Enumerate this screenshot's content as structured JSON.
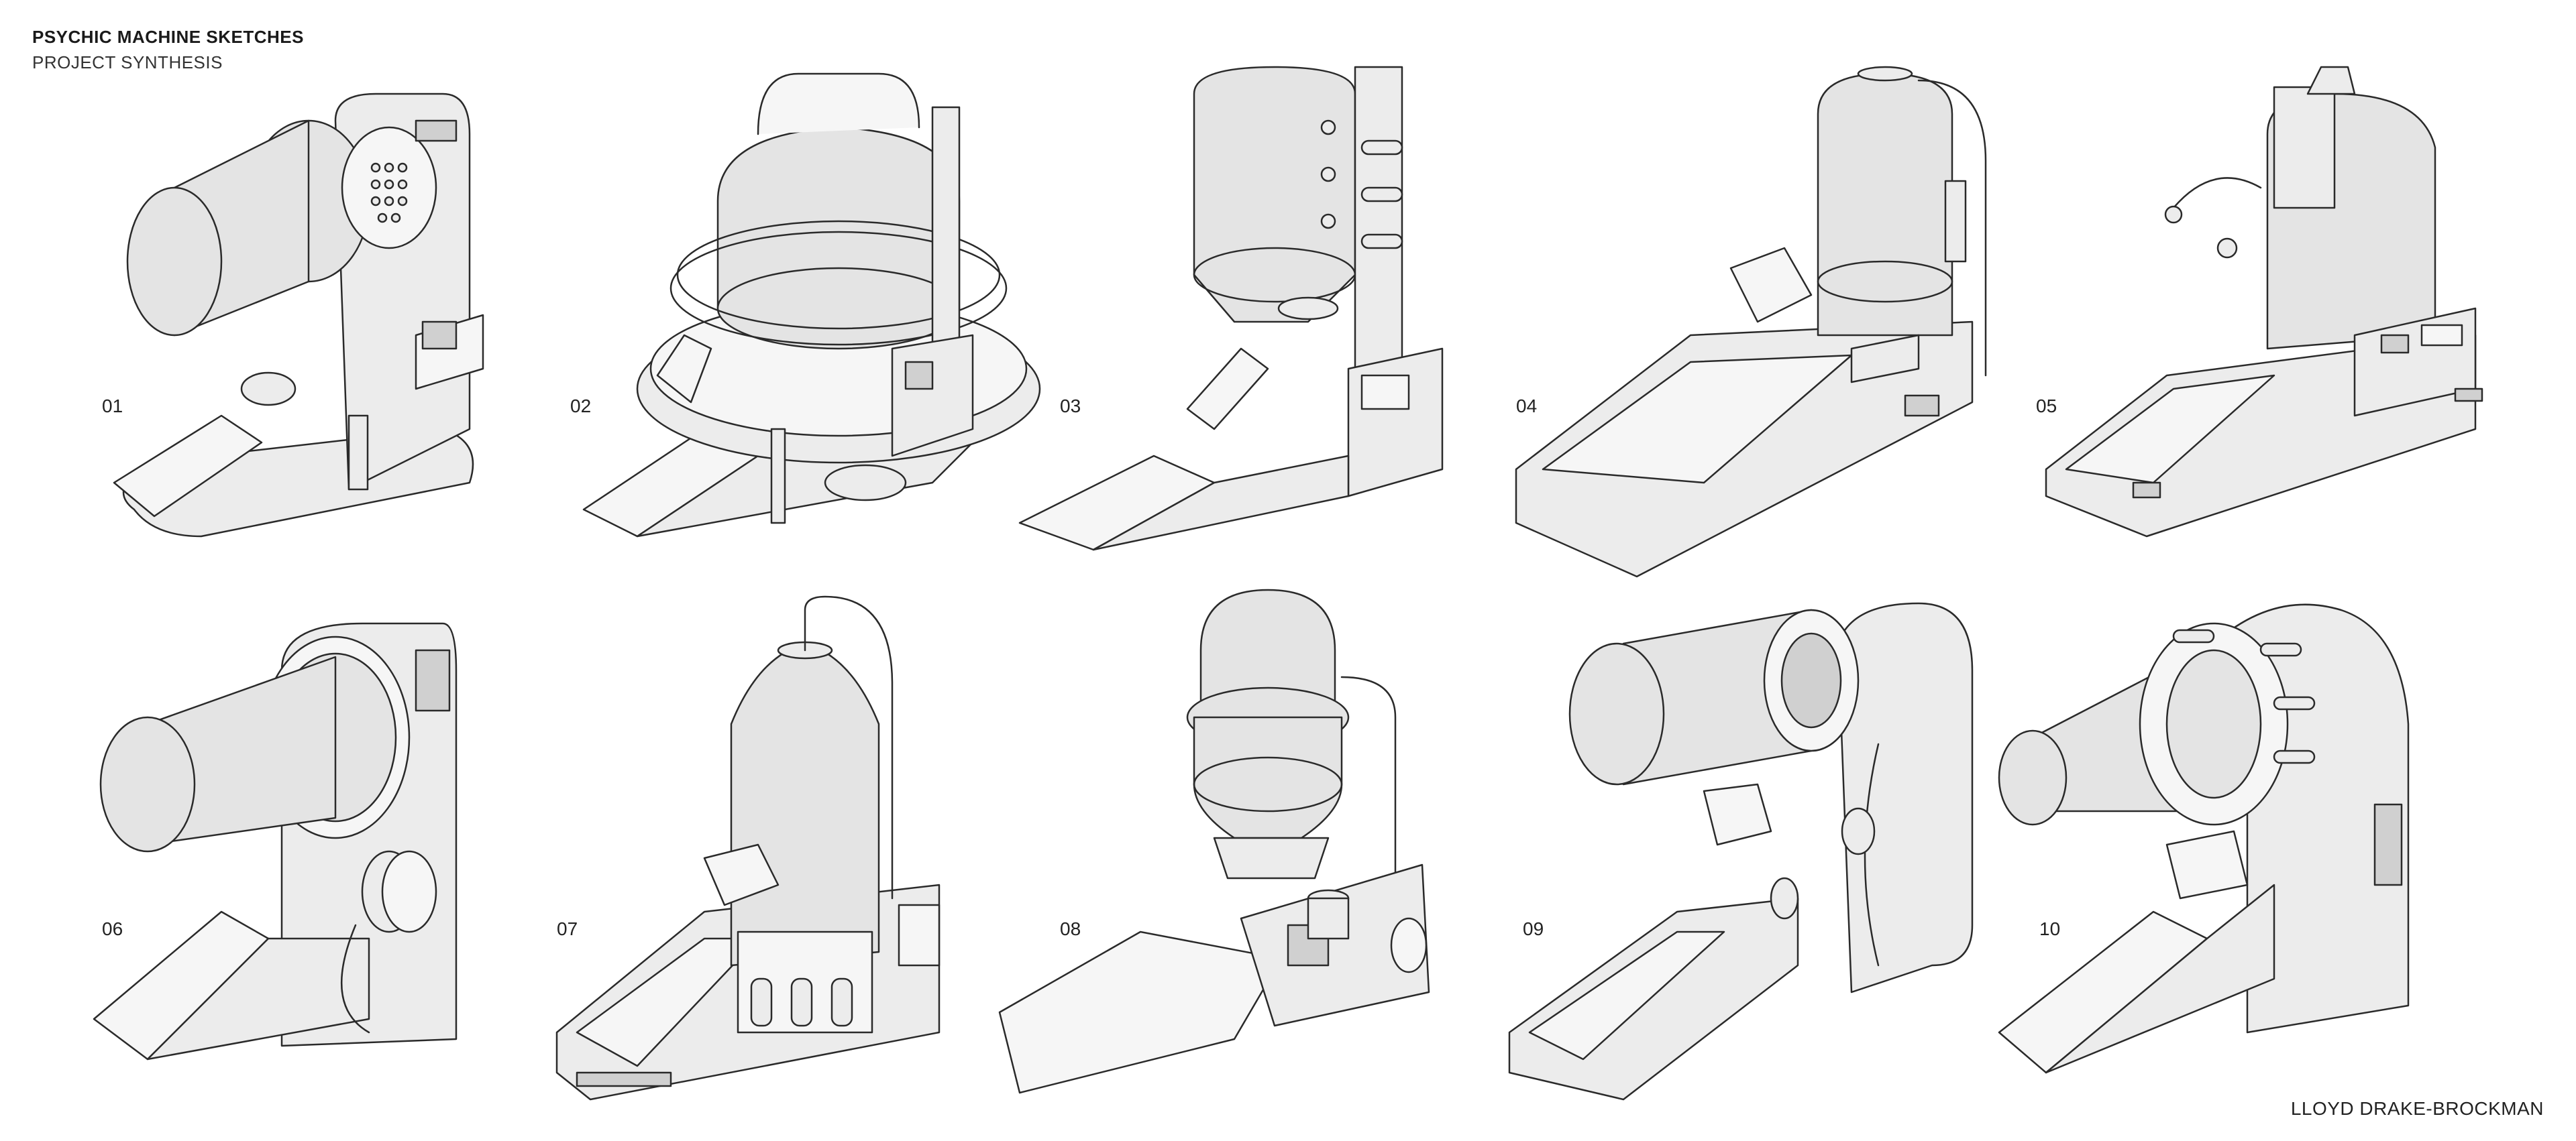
{
  "header": {
    "title": "PSYCHIC MACHINE SKETCHES",
    "subtitle": "PROJECT SYNTHESIS"
  },
  "footer": {
    "author": "LLOYD DRAKE-BROCKMAN"
  },
  "sketches": [
    {
      "label": "01",
      "kind": "cylinder-speaker"
    },
    {
      "label": "02",
      "kind": "dome-ring"
    },
    {
      "label": "03",
      "kind": "tall-tank"
    },
    {
      "label": "04",
      "kind": "tank-hose"
    },
    {
      "label": "05",
      "kind": "tank-arm"
    },
    {
      "label": "06",
      "kind": "cylinder-porthole"
    },
    {
      "label": "07",
      "kind": "silo-bottles"
    },
    {
      "label": "08",
      "kind": "double-dome"
    },
    {
      "label": "09",
      "kind": "turbine-cylinder"
    },
    {
      "label": "10",
      "kind": "ring-arch"
    }
  ]
}
